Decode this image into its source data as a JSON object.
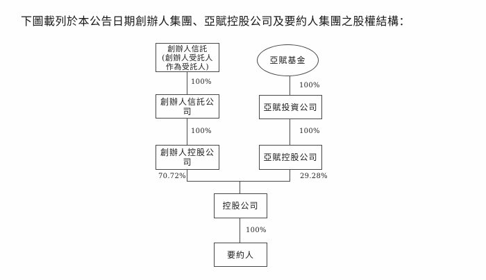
{
  "title": "下圖載列於本公告日期創辦人集團、亞賦控股公司及要約人集團之股權結構：",
  "colors": {
    "background": "#fefefe",
    "line": "#474747",
    "text": "#1b1b1b"
  },
  "diagram": {
    "nodes": {
      "founder_trust": {
        "shape": "rect",
        "lines": [
          "創辦人信託",
          "(創辦人受託人",
          "作為受託人)"
        ]
      },
      "yafu_fund": {
        "shape": "ellipse",
        "label": "亞賦基金"
      },
      "founder_trust_company": {
        "shape": "rect",
        "label": "創辦人信託公司"
      },
      "yafu_investment_company": {
        "shape": "rect",
        "label": "亞賦投資公司"
      },
      "founder_holding_company": {
        "shape": "rect",
        "label": "創辦人控股公司"
      },
      "yafu_holding_company": {
        "shape": "rect",
        "label": "亞賦控股公司"
      },
      "holding_company": {
        "shape": "rect",
        "label": "控股公司"
      },
      "offeror": {
        "shape": "rect",
        "label": "要約人"
      }
    },
    "edge_labels": {
      "trust_to_trust_company": "100%",
      "fund_to_investment_company": "100%",
      "trust_company_to_founder_holding": "100%",
      "investment_to_yafu_holding": "100%",
      "founder_holding_stake": "70.72%",
      "yafu_holding_stake": "29.28%",
      "holding_to_offeror": "100%"
    }
  }
}
